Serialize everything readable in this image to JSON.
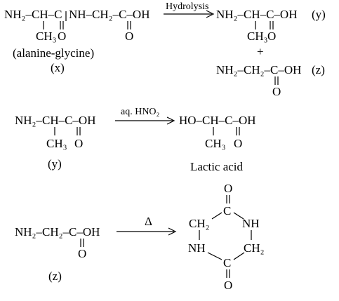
{
  "diagram": {
    "reaction1": {
      "dipeptide": {
        "main": "NH₂–CH–C",
        "main2": "NH–CH₂–C–OH",
        "methyl": "CH₃",
        "oxygen1": "O",
        "oxygen2": "O",
        "name": "(alanine-glycine)",
        "label": "(x)"
      },
      "arrow_label": "Hydrolysis",
      "product_y": {
        "main": "NH₂–CH–C–OH",
        "methyl": "CH₃",
        "oxygen": "O",
        "label": "(y)"
      },
      "plus": "+",
      "product_z": {
        "main": "NH₂–CH₂–C–OH",
        "oxygen": "O",
        "label": "(z)"
      }
    },
    "reaction2": {
      "reactant": {
        "main": "NH₂–CH–C–OH",
        "methyl": "CH₃",
        "oxygen": "O",
        "label": "(y)"
      },
      "arrow_label": "aq. HNO₂",
      "product": {
        "main": "HO–CH–C–OH",
        "methyl": "CH₃",
        "oxygen": "O",
        "name": "Lactic acid"
      }
    },
    "reaction3": {
      "reactant": {
        "main": "NH₂–CH₂–C–OH",
        "oxygen": "O",
        "label": "(z)"
      },
      "arrow_label": "Δ",
      "ring": {
        "top_o": "O",
        "ch2_left": "CH₂",
        "c_top": "C",
        "nh_right": "NH",
        "nh_left": "NH",
        "c_bottom": "C",
        "ch2_right": "CH₂",
        "bottom_o": "O"
      }
    }
  }
}
